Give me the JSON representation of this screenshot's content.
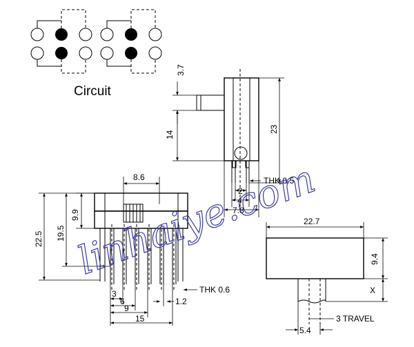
{
  "circuit": {
    "label": "Circuit"
  },
  "side_view": {
    "dim_3_7": "3.7",
    "dim_14": "14",
    "dim_23": "23",
    "dim_2": "2",
    "dim_4": "4",
    "dim_7_8": "7.8",
    "thk": "THK 0.5"
  },
  "front_view": {
    "dim_8_6": "8.6",
    "dim_9_9": "9.9",
    "dim_19_5": "19.5",
    "dim_22_5": "22.5",
    "dim_3": "3",
    "dim_6": "6",
    "dim_9": "9",
    "dim_15": "15",
    "dim_1_2": "1.2",
    "thk": "THK 0.6"
  },
  "top_view": {
    "dim_22_7": "22.7",
    "dim_9_4": "9.4",
    "dim_x": "X",
    "dim_5_4": "5.4",
    "travel": "3 TRAVEL"
  },
  "watermark": "linhaiye.com",
  "colors": {
    "line": "#000000",
    "watermark": "#3838a8"
  }
}
